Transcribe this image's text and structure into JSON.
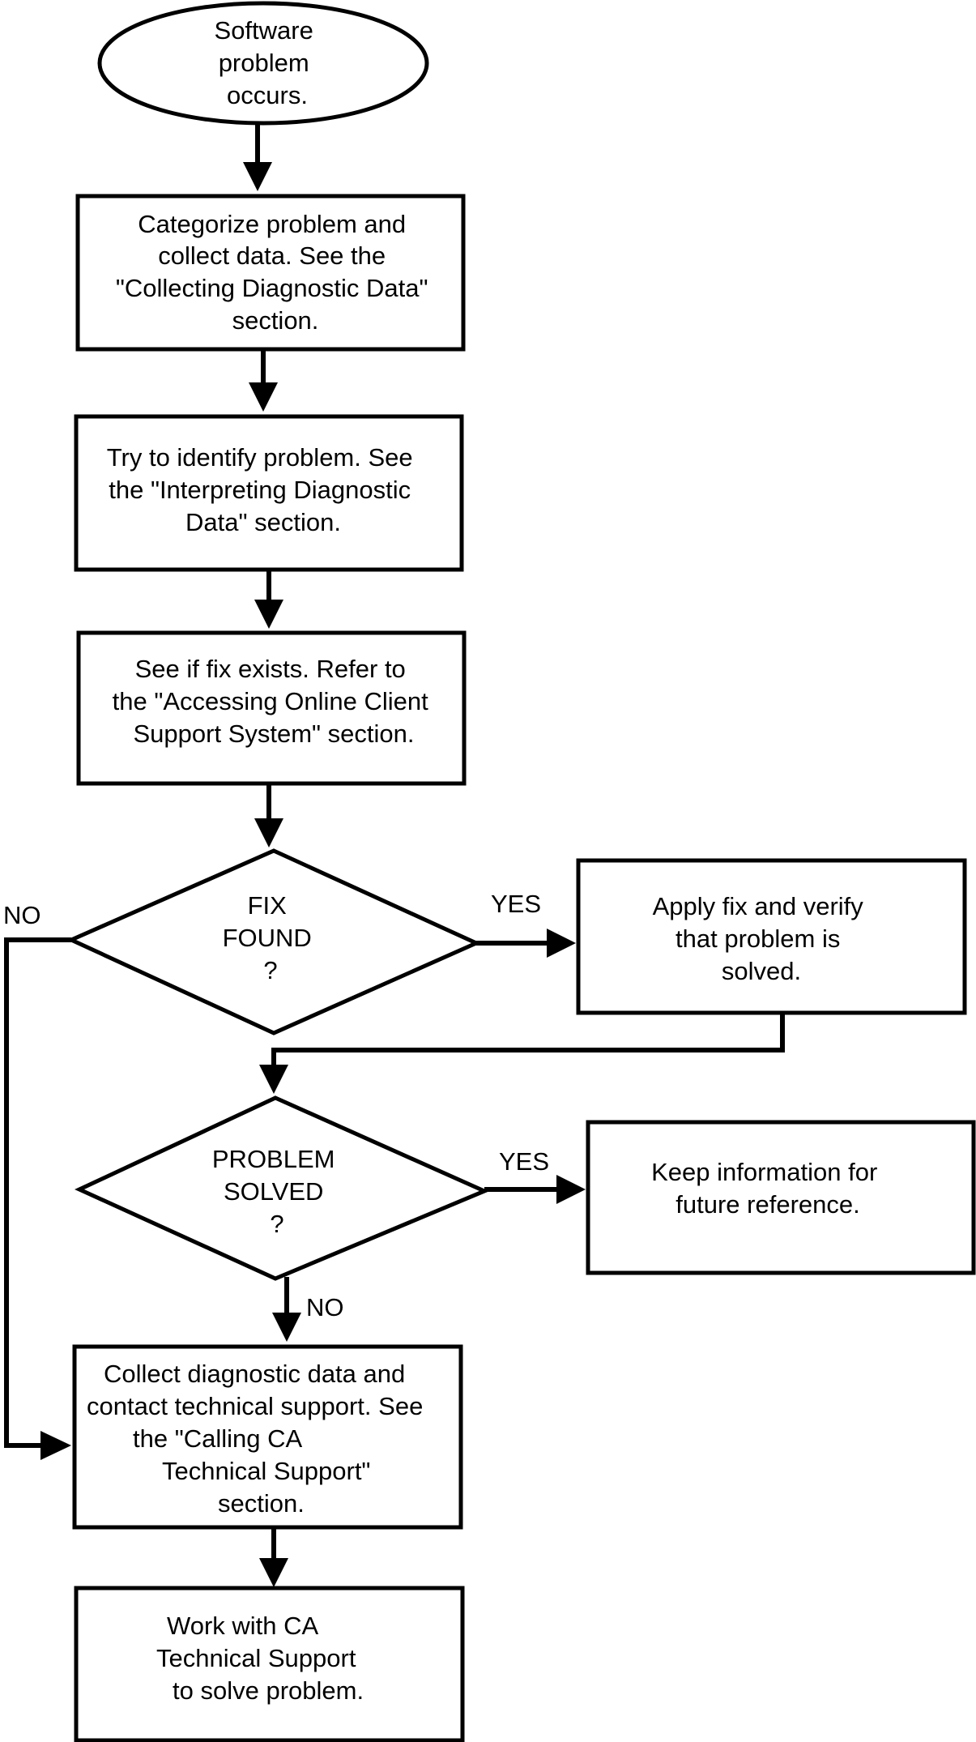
{
  "flowchart": {
    "start": {
      "lines": [
        "Software",
        "problem",
        "occurs."
      ]
    },
    "collect_data": {
      "lines": [
        "Categorize problem and",
        "collect data. See the",
        "\"Collecting Diagnostic Data\"",
        "section."
      ]
    },
    "identify": {
      "lines": [
        "Try to identify problem. See",
        "the \"Interpreting Diagnostic",
        "Data\" section."
      ]
    },
    "see_fix": {
      "lines": [
        "See if fix exists. Refer to",
        "the \"Accessing Online Client",
        "Support System\" section."
      ]
    },
    "fix_found": {
      "lines": [
        "FIX",
        "FOUND",
        "?"
      ]
    },
    "apply_fix": {
      "lines": [
        "Apply fix and verify",
        "that problem is",
        "solved."
      ]
    },
    "problem_solved": {
      "lines": [
        "PROBLEM",
        "SOLVED",
        "?"
      ]
    },
    "keep_info": {
      "lines": [
        "Keep information for",
        "future reference."
      ]
    },
    "contact_support": {
      "lines": [
        "Collect diagnostic data and",
        "contact technical support. See",
        "the \"Calling CA",
        "Technical Support\"",
        "section."
      ]
    },
    "work_with_ca": {
      "lines": [
        "Work with CA",
        "Technical Support",
        "to solve problem."
      ]
    }
  },
  "labels": {
    "no_left": "NO",
    "yes_fix": "YES",
    "yes_solved": "YES",
    "no_down": "NO"
  },
  "colors": {
    "stroke": "#000000",
    "fill": "#ffffff"
  }
}
